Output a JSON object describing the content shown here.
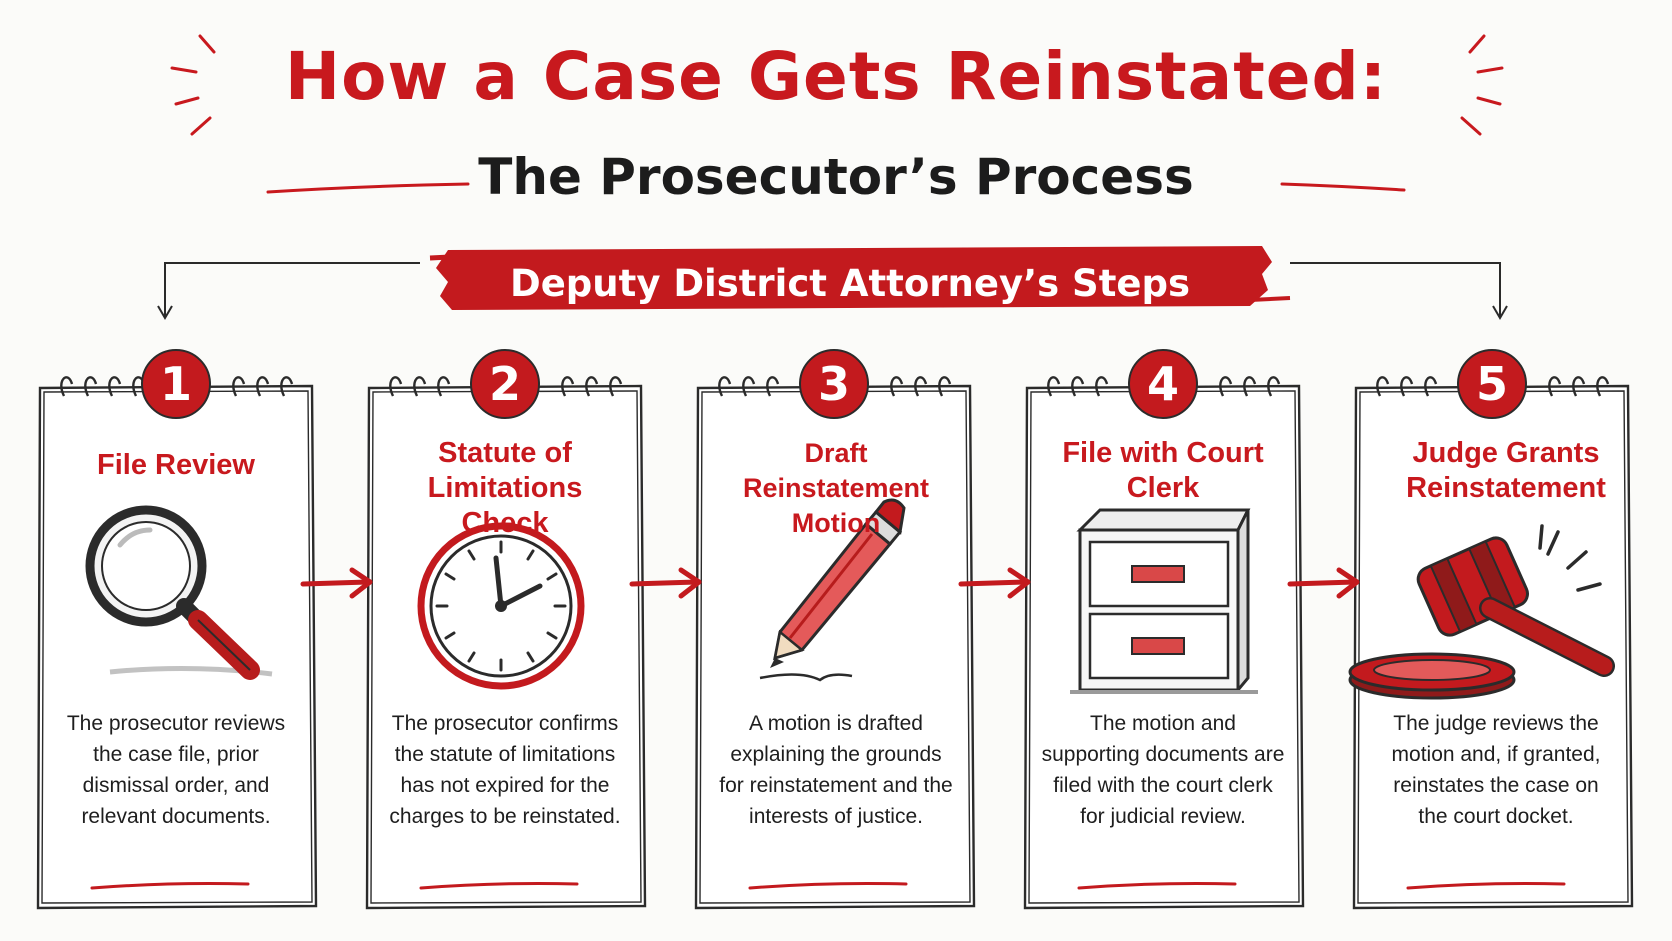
{
  "header": {
    "title": "How a Case Gets Reinstated:",
    "subtitle": "The Prosecutor’s Process",
    "banner": "Deputy District Attorney’s Steps"
  },
  "colors": {
    "accent": "#c8191e",
    "ink": "#1c1c1c",
    "paper": "#fbfbf9"
  },
  "steps": [
    {
      "number": "1",
      "title": "File Review",
      "icon": "magnifying-glass-icon",
      "description": "The prosecutor reviews the case file, prior dismissal order, and relevant documents."
    },
    {
      "number": "2",
      "title": "Statute of Limitations Check",
      "icon": "clock-icon",
      "description": "The prosecutor confirms the statute of limitations has not expired for the charges to be reinstated."
    },
    {
      "number": "3",
      "title": "Draft Reinstatement Motion",
      "icon": "pencil-icon",
      "description": "A motion is drafted explaining the grounds for reinstatement and the interests of justice."
    },
    {
      "number": "4",
      "title": "File with Court Clerk",
      "icon": "filing-cabinet-icon",
      "description": "The motion and supporting documents are filed with the court clerk for judicial review."
    },
    {
      "number": "5",
      "title": "Judge Grants Reinstatement",
      "icon": "gavel-icon",
      "description": "The judge reviews the motion and, if granted, reinstates the case on the court docket."
    }
  ]
}
